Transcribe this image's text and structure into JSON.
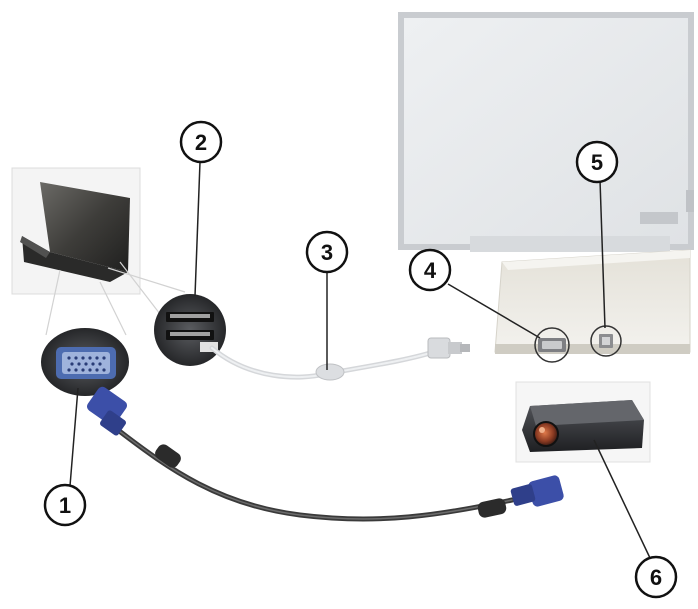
{
  "callouts": [
    {
      "id": "1",
      "label": "1"
    },
    {
      "id": "2",
      "label": "2"
    },
    {
      "id": "3",
      "label": "3"
    },
    {
      "id": "4",
      "label": "4"
    },
    {
      "id": "5",
      "label": "5"
    },
    {
      "id": "6",
      "label": "6"
    }
  ],
  "colors": {
    "vga_blue": "#3c4fa8",
    "cable_dark": "#3a3a3a",
    "usb_cable": "#d8dadd",
    "board_frame": "#cfd2d6",
    "board_surface": "#e9eaec",
    "tray_box": "#e2dfd6",
    "laptop": "#3b3a38",
    "projector": "#2c2d30",
    "lens": "#8a3a22"
  },
  "icons": [
    "laptop-icon",
    "vga-port-icon",
    "usb-port-icon",
    "usb-cable-icon",
    "whiteboard-icon",
    "projector-icon",
    "vga-cable-icon"
  ]
}
